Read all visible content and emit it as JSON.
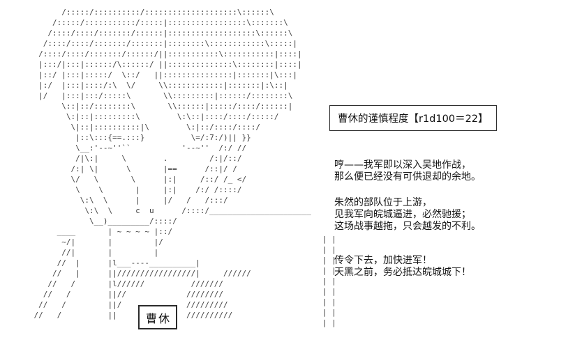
{
  "meta": {
    "background_color": "#ffffff",
    "text_color": "#161616",
    "aa_color": "#3f3f3f"
  },
  "ascii_art": {
    "portrait_lines": [
      "          /:::::/::::::::::/::::::::::::::::::::\\::::::\\",
      "        /:::::/:::::::::::/:::::|:::::::::::::::::\\:::::::\\",
      "       /::::/::::/:::::::/::::::|:::::::::::::::::::\\::::::\\",
      "      /::::/::::/:::::::/:::::::|::::::::\\::::::::::::\\:::::|",
      "     /::::/::::/:::::::/::::::/||:::::::::::\\:::::::::::|::::|",
      "     |:::/|:::|::::::/\\::::::/ ||::::::::::::::\\::::::::|::::|",
      "     |::/ |:::|:::::/  \\::/   ||:::::::::::::::|:::::::|\\:::|",
      "     |:/  |:::|::::/:\\  \\/     \\\\::::::::::::|:::::::|:\\::|",
      "     |/   |:::|:::/:::::\\       \\\\:::::::::|::::::/::::::::\\",
      "          \\::|::/::::::::\\       \\\\::::::|:::::/::::/::::::|",
      "           \\:|::|:::::::::\\        \\:\\::|::::/::::/:::::/",
      "            \\|::|::::::::::|\\        \\:|::/::::/::::/",
      "             |::\\:::{==.:::}          \\=/:7:/)|| }}",
      "             \\__:'--~''``           '--~''  /:/ //",
      "             /|\\:|     \\        .         /:|/::/",
      "            /:| \\|      \\       |==      /::|/ /",
      "            \\/   \\       \\      |:|     /::/ /_ </",
      "             \\    \\       |     |:|    /:/ /::::/",
      "              \\:\\  \\      |     |/   /   /:::/",
      "               \\:\\  \\     c  u      /::::/______________________",
      "                \\__)_________/::::/",
      "         ____       | ~ ~ ~ ~ |::/",
      "          ~/|       |         |/",
      "          //|       |         |",
      "         //  |      |l___----__________|",
      "        //   |      ||/////////////////|     //////",
      "       //   /       |l//////          ///////",
      "      //   /        ||//             ////////",
      "     //   /         ||/              /////////",
      "    //   /          ||               //////////"
    ],
    "pillar_lines": [
      "| |",
      "| |",
      "| |",
      "| |",
      "| |",
      "| |",
      "| |",
      "| |",
      "| |"
    ],
    "name_plate": "曹休"
  },
  "roll_box": {
    "label": "曹休的谨慎程度【r1d100＝22】"
  },
  "dialogue": {
    "para1": [
      "哼——我军即以深入吴地作战，",
      "那么便已经没有可供退却的余地。"
    ],
    "para2": [
      "朱然的部队位于上游，",
      "见我军向皖城逼进，必然驰援；",
      "这场战事越拖，只会越发的不利。"
    ],
    "para3": [
      "传令下去，加快进军！",
      "天黑之前，务必抵达皖城城下！"
    ]
  }
}
